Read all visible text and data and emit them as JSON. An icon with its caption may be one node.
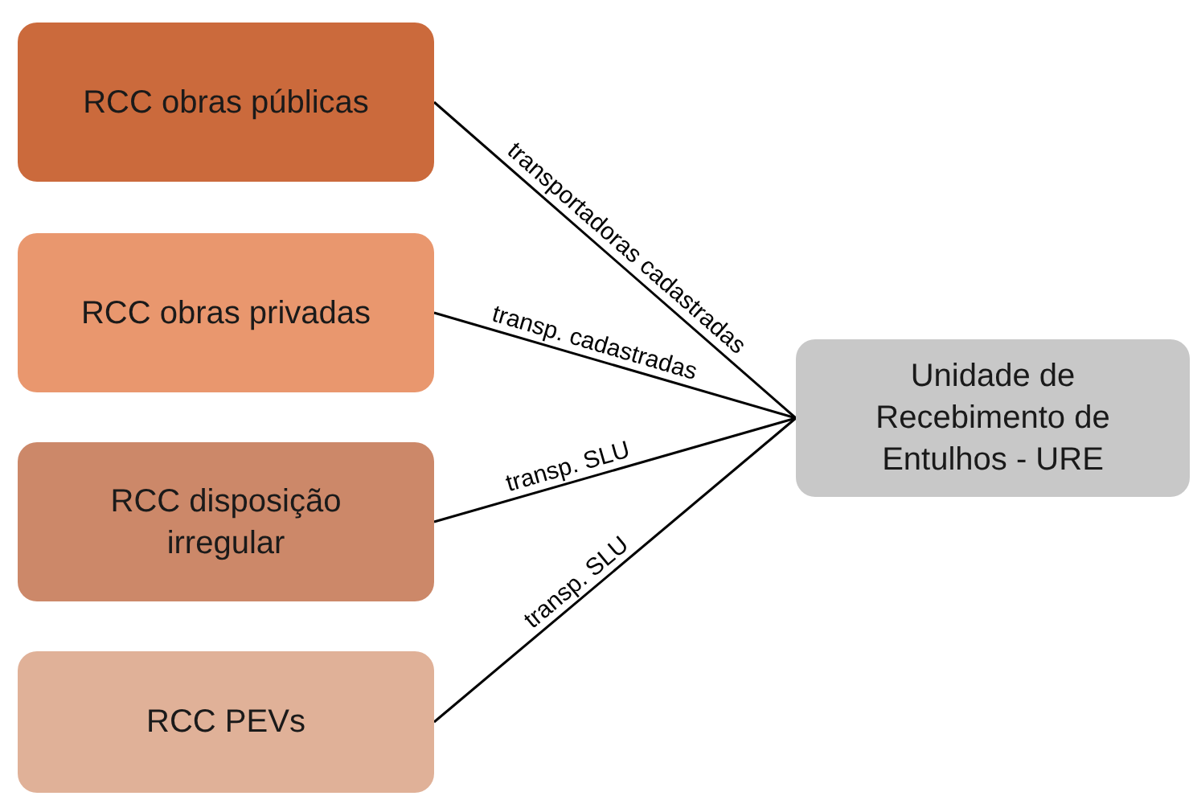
{
  "diagram": {
    "nodes": [
      {
        "text": [
          "RCC obras públicas"
        ]
      },
      {
        "text": [
          "RCC obras privadas"
        ]
      },
      {
        "text": [
          "RCC disposição irregular"
        ]
      },
      {
        "text": [
          "RCC PEVs"
        ]
      },
      {
        "text": [
          "Unidade de Recebimento de Entulhos - URE"
        ]
      }
    ],
    "edges": [
      {
        "from": 0,
        "to": 4,
        "arrow": "none",
        "label": "transportadoras cadastradas"
      },
      {
        "from": 1,
        "to": 4,
        "arrow": "none",
        "label": "transp. cadastradas"
      },
      {
        "from": 2,
        "to": 4,
        "arrow": "none",
        "label": "transp. SLU"
      },
      {
        "from": 3,
        "to": 4,
        "arrow": "none",
        "label": "transp. SLU"
      }
    ]
  }
}
